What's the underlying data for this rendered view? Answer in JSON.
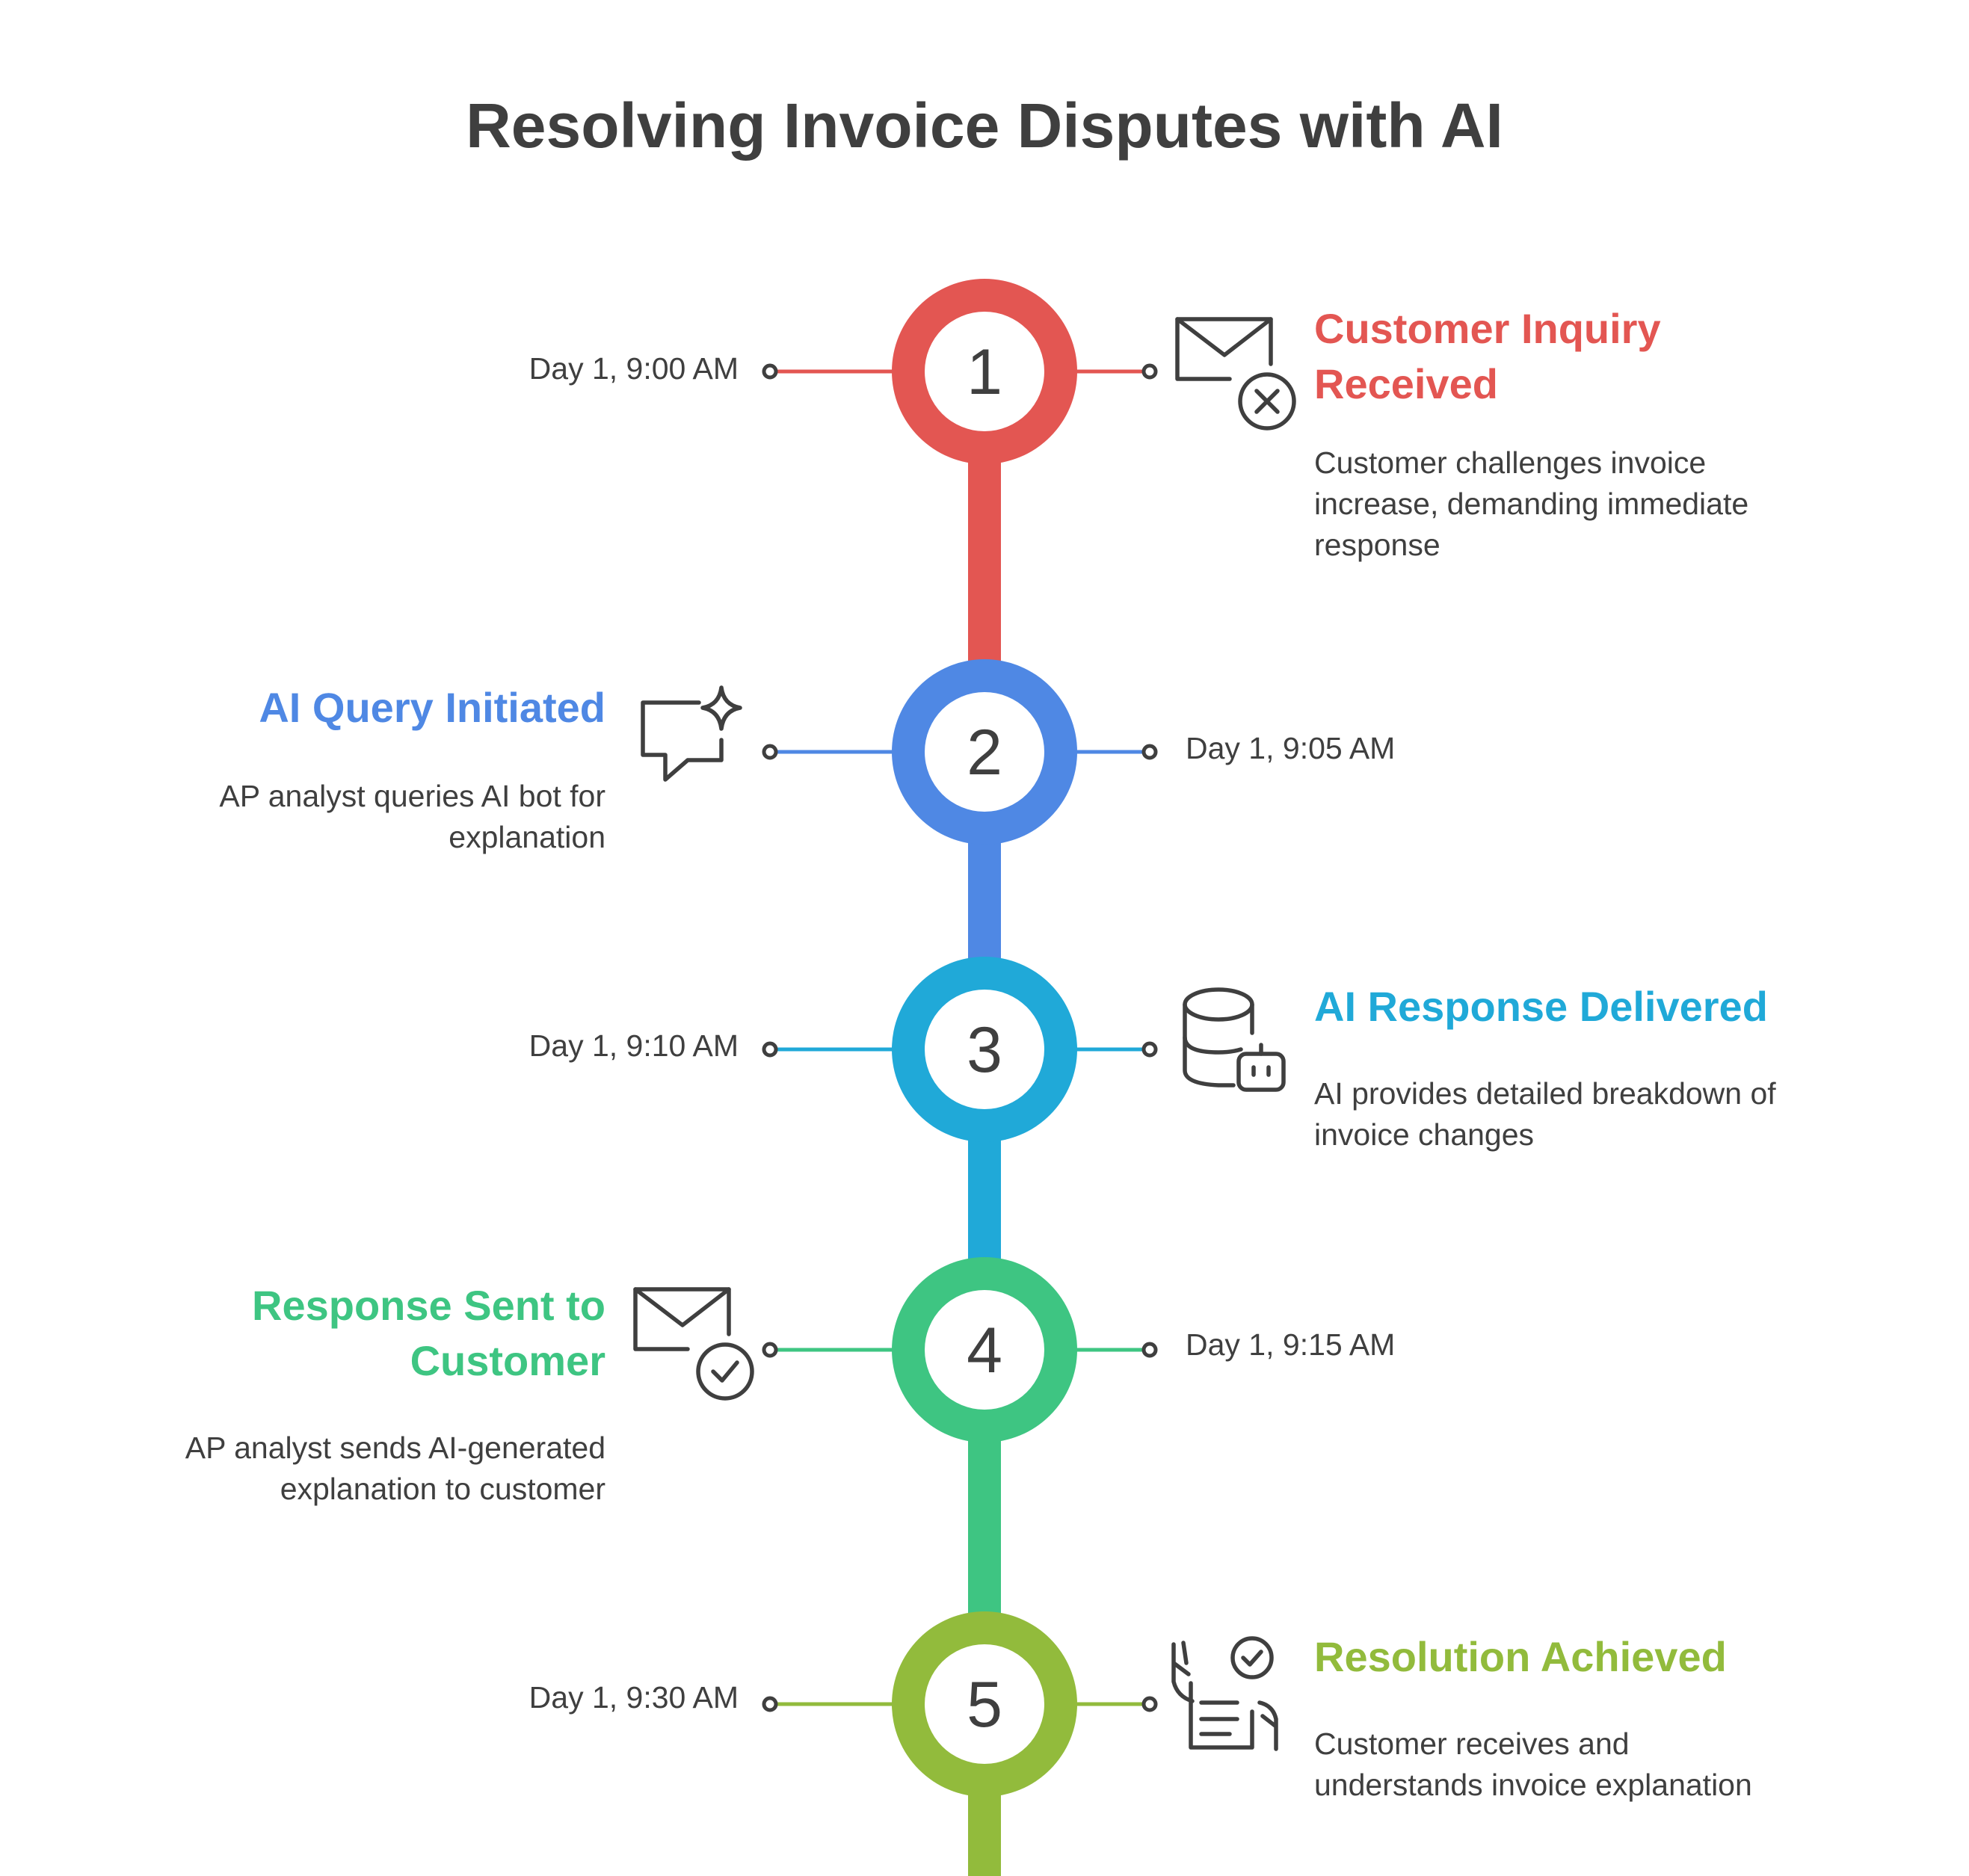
{
  "title": "Resolving Invoice Disputes with AI",
  "steps": [
    {
      "number": "1",
      "time": "Day 1, 9:00 AM",
      "title": "Customer Inquiry Received",
      "title_lines": [
        "Customer Inquiry",
        "Received"
      ],
      "description_lines": [
        "Customer challenges invoice",
        "increase, demanding immediate",
        "response"
      ],
      "color": "#e35652",
      "icon": "mail-x-icon"
    },
    {
      "number": "2",
      "time": "Day 1, 9:05 AM",
      "title": "AI Query Initiated",
      "title_lines": [
        "AI Query Initiated"
      ],
      "description_lines": [
        "AP analyst queries AI bot for",
        "explanation"
      ],
      "color": "#4f88e4",
      "icon": "chat-sparkle-icon"
    },
    {
      "number": "3",
      "time": "Day 1, 9:10 AM",
      "title": "AI Response Delivered",
      "title_lines": [
        "AI Response Delivered"
      ],
      "description_lines": [
        "AI provides detailed breakdown of",
        "invoice changes"
      ],
      "color": "#20a9d8",
      "icon": "database-bot-icon"
    },
    {
      "number": "4",
      "time": "Day 1, 9:15 AM",
      "title": "Response Sent to Customer",
      "title_lines": [
        "Response Sent to",
        "Customer"
      ],
      "description_lines": [
        "AP analyst sends AI-generated",
        "explanation to customer"
      ],
      "color": "#3ec582",
      "icon": "mail-check-icon"
    },
    {
      "number": "5",
      "time": "Day 1, 9:30 AM",
      "title": "Resolution Achieved",
      "title_lines": [
        "Resolution Achieved"
      ],
      "description_lines": [
        "Customer receives and",
        "understands invoice explanation"
      ],
      "color": "#92bb3c",
      "icon": "document-check-icon"
    }
  ],
  "colors": {
    "text": "#3f3f3f",
    "icon_stroke": "#3f3f3f",
    "background": "#ffffff"
  }
}
